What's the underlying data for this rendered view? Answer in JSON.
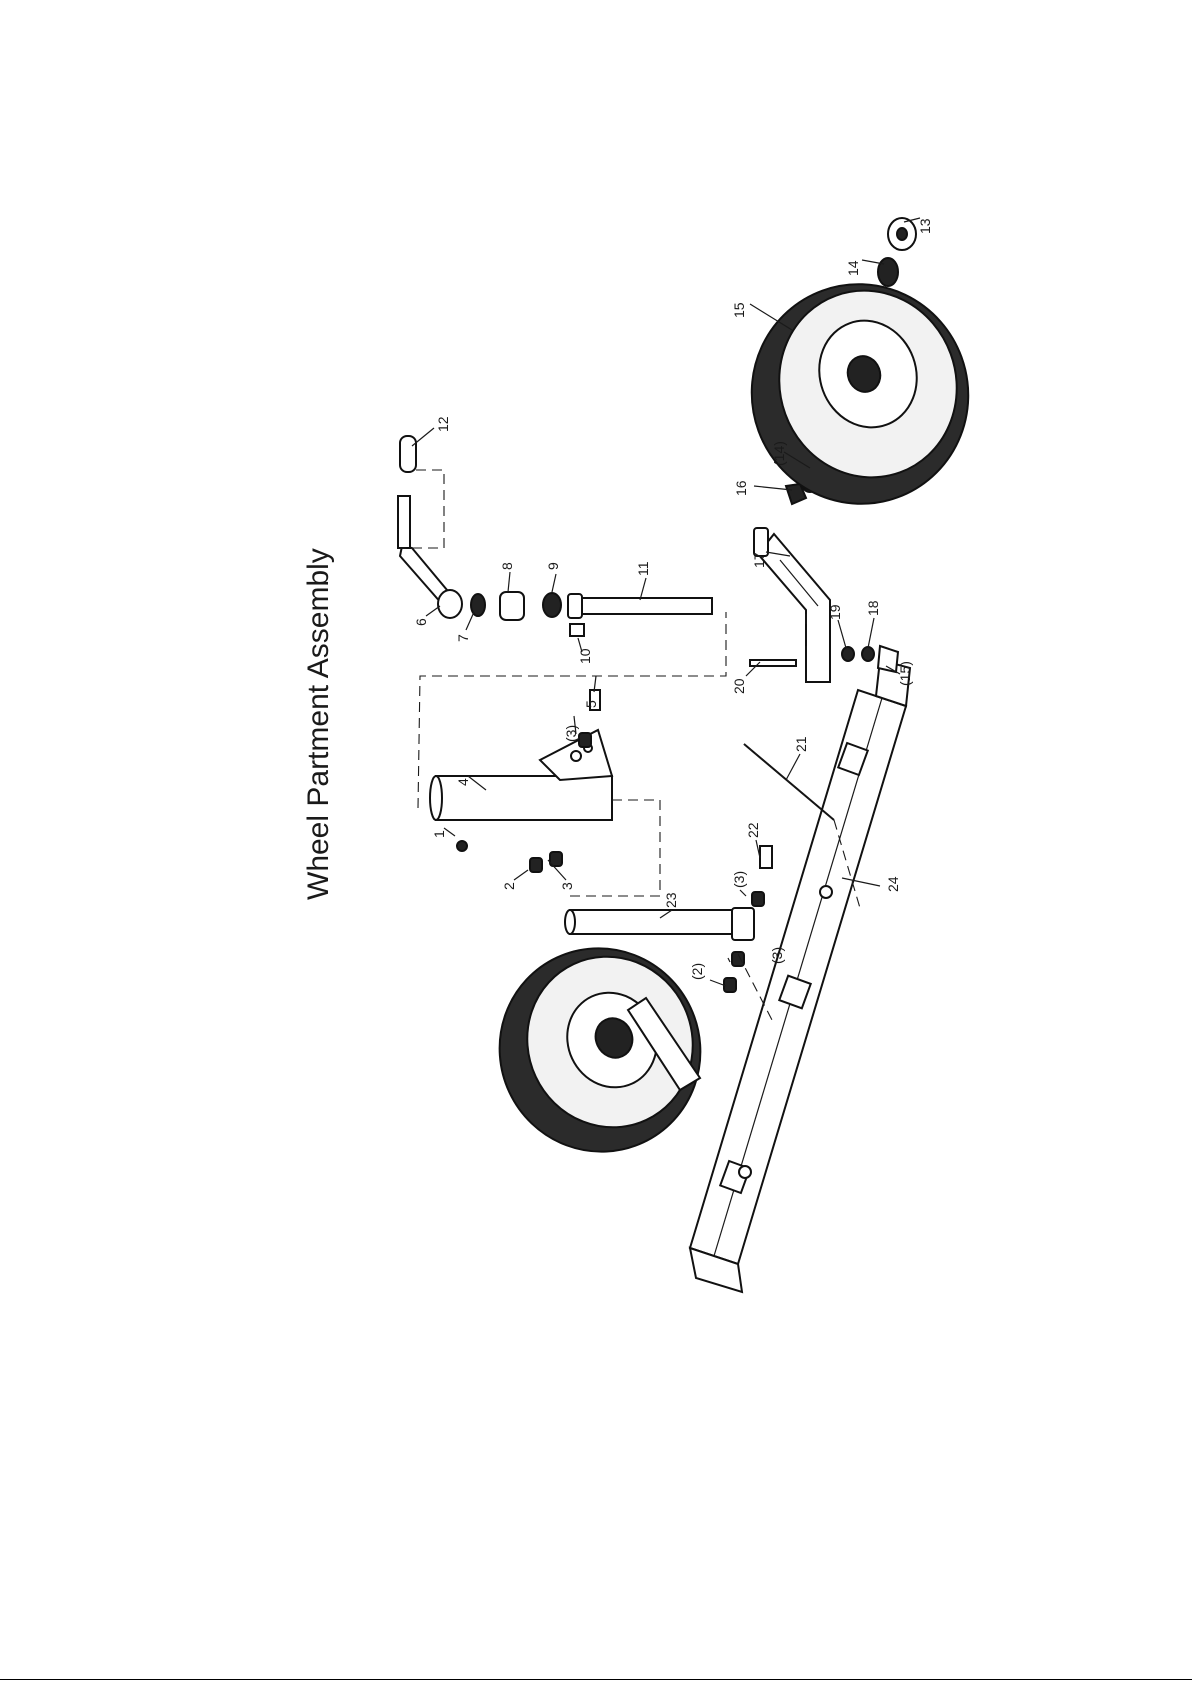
{
  "title": "Wheel Partment Assembly",
  "labels": [
    "1",
    "2",
    "3",
    "4",
    "(3)",
    "5",
    "6",
    "7",
    "8",
    "9",
    "10",
    "11",
    "12",
    "13",
    "14",
    "15",
    "(14)",
    "16",
    "17",
    "19",
    "18",
    "(15)",
    "20",
    "21",
    "22",
    "(3)",
    "(3)",
    "(2)",
    "23",
    "24"
  ]
}
